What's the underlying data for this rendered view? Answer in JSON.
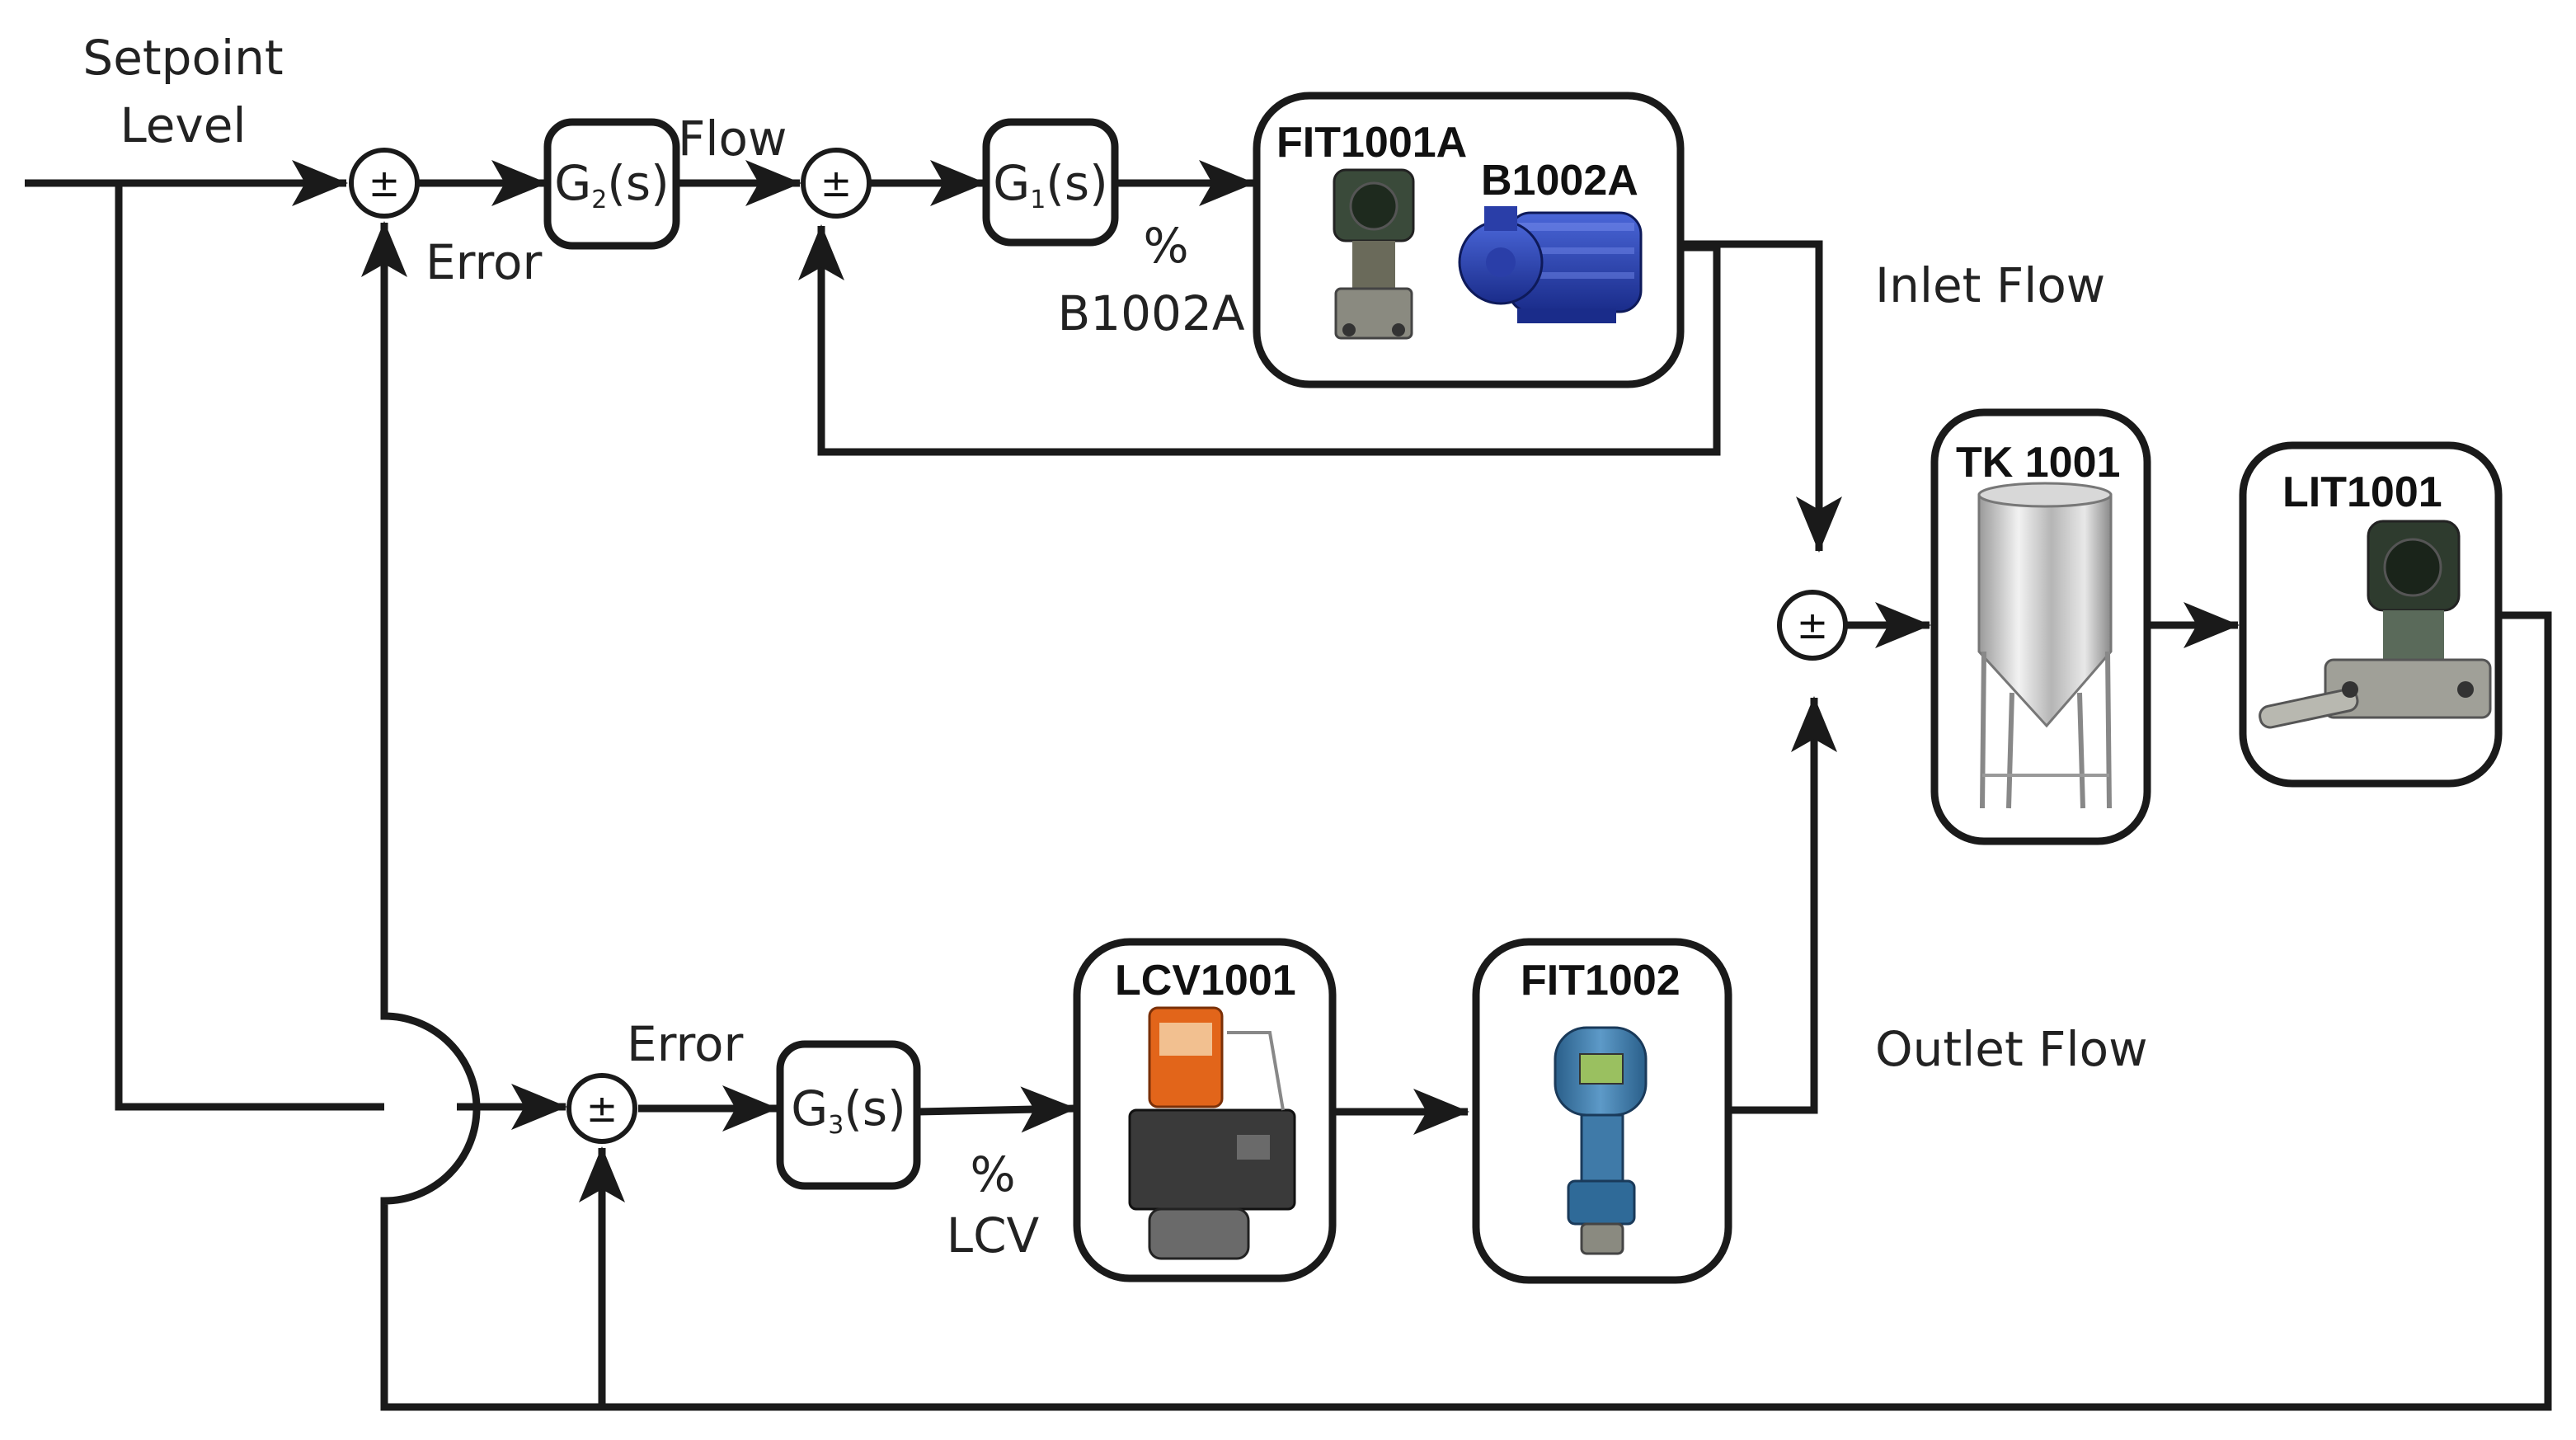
{
  "labels": {
    "setpoint_line1": "Setpoint",
    "setpoint_line2": "Level",
    "error_top": "Error",
    "flow": "Flow",
    "percent_top": "%",
    "b1002a_signal": "B1002A",
    "inlet_flow": "Inlet Flow",
    "outlet_flow": "Outlet Flow",
    "error_bottom": "Error",
    "percent_bottom": "%",
    "lcv_signal": "LCV"
  },
  "blocks": {
    "g2": {
      "main": "G",
      "sub": "2",
      "arg": "(s)"
    },
    "g1": {
      "main": "G",
      "sub": "1",
      "arg": "(s)"
    },
    "g3": {
      "main": "G",
      "sub": "3",
      "arg": "(s)"
    }
  },
  "summing_symbol": "±",
  "equipment": {
    "fit1001a": "FIT1001A",
    "b1002a": "B1002A",
    "tk1001": "TK 1001",
    "lit1001": "LIT1001",
    "lcv1001": "LCV1001",
    "fit1002": "FIT1002"
  }
}
